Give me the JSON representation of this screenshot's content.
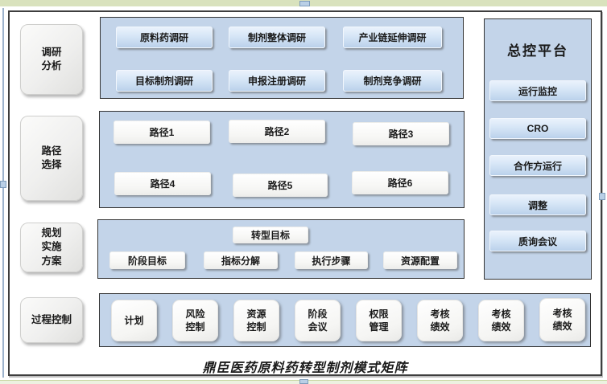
{
  "caption": "鼎臣医药原料药转型制剂模式矩阵",
  "stages": [
    {
      "label": "调研\n分析"
    },
    {
      "label": "路径\n选择"
    },
    {
      "label": "规划\n实施\n方案"
    },
    {
      "label": "过程控制"
    }
  ],
  "research_panel": {
    "buttons": [
      "原料药调研",
      "制剂整体调研",
      "产业链延伸调研",
      "目标制剂调研",
      "申报注册调研",
      "制剂竞争调研"
    ]
  },
  "path_panel": {
    "buttons": [
      "路径1",
      "路径2",
      "路径3",
      "路径4",
      "路径5",
      "路径6"
    ]
  },
  "plan_panel": {
    "top_button": "转型目标",
    "buttons": [
      "阶段目标",
      "指标分解",
      "执行步骤",
      "资源配置"
    ]
  },
  "process_panel": {
    "buttons": [
      "计划",
      "风险\n控制",
      "资源\n控制",
      "阶段\n会议",
      "权限\n管理",
      "考核\n绩效",
      "考核\n绩效",
      "考核\n绩效"
    ]
  },
  "control_panel": {
    "title": "总控平台",
    "buttons": [
      "运行监控",
      "CRO",
      "合作方运行",
      "调整",
      "质询会议"
    ]
  },
  "colors": {
    "panel_blue": "#c3d4e9",
    "button_blue": "#cfe0f3",
    "strip_green": "#d9e2bd",
    "handle_blue": "#b9cfe6",
    "border_dark": "#3e3e3e"
  }
}
